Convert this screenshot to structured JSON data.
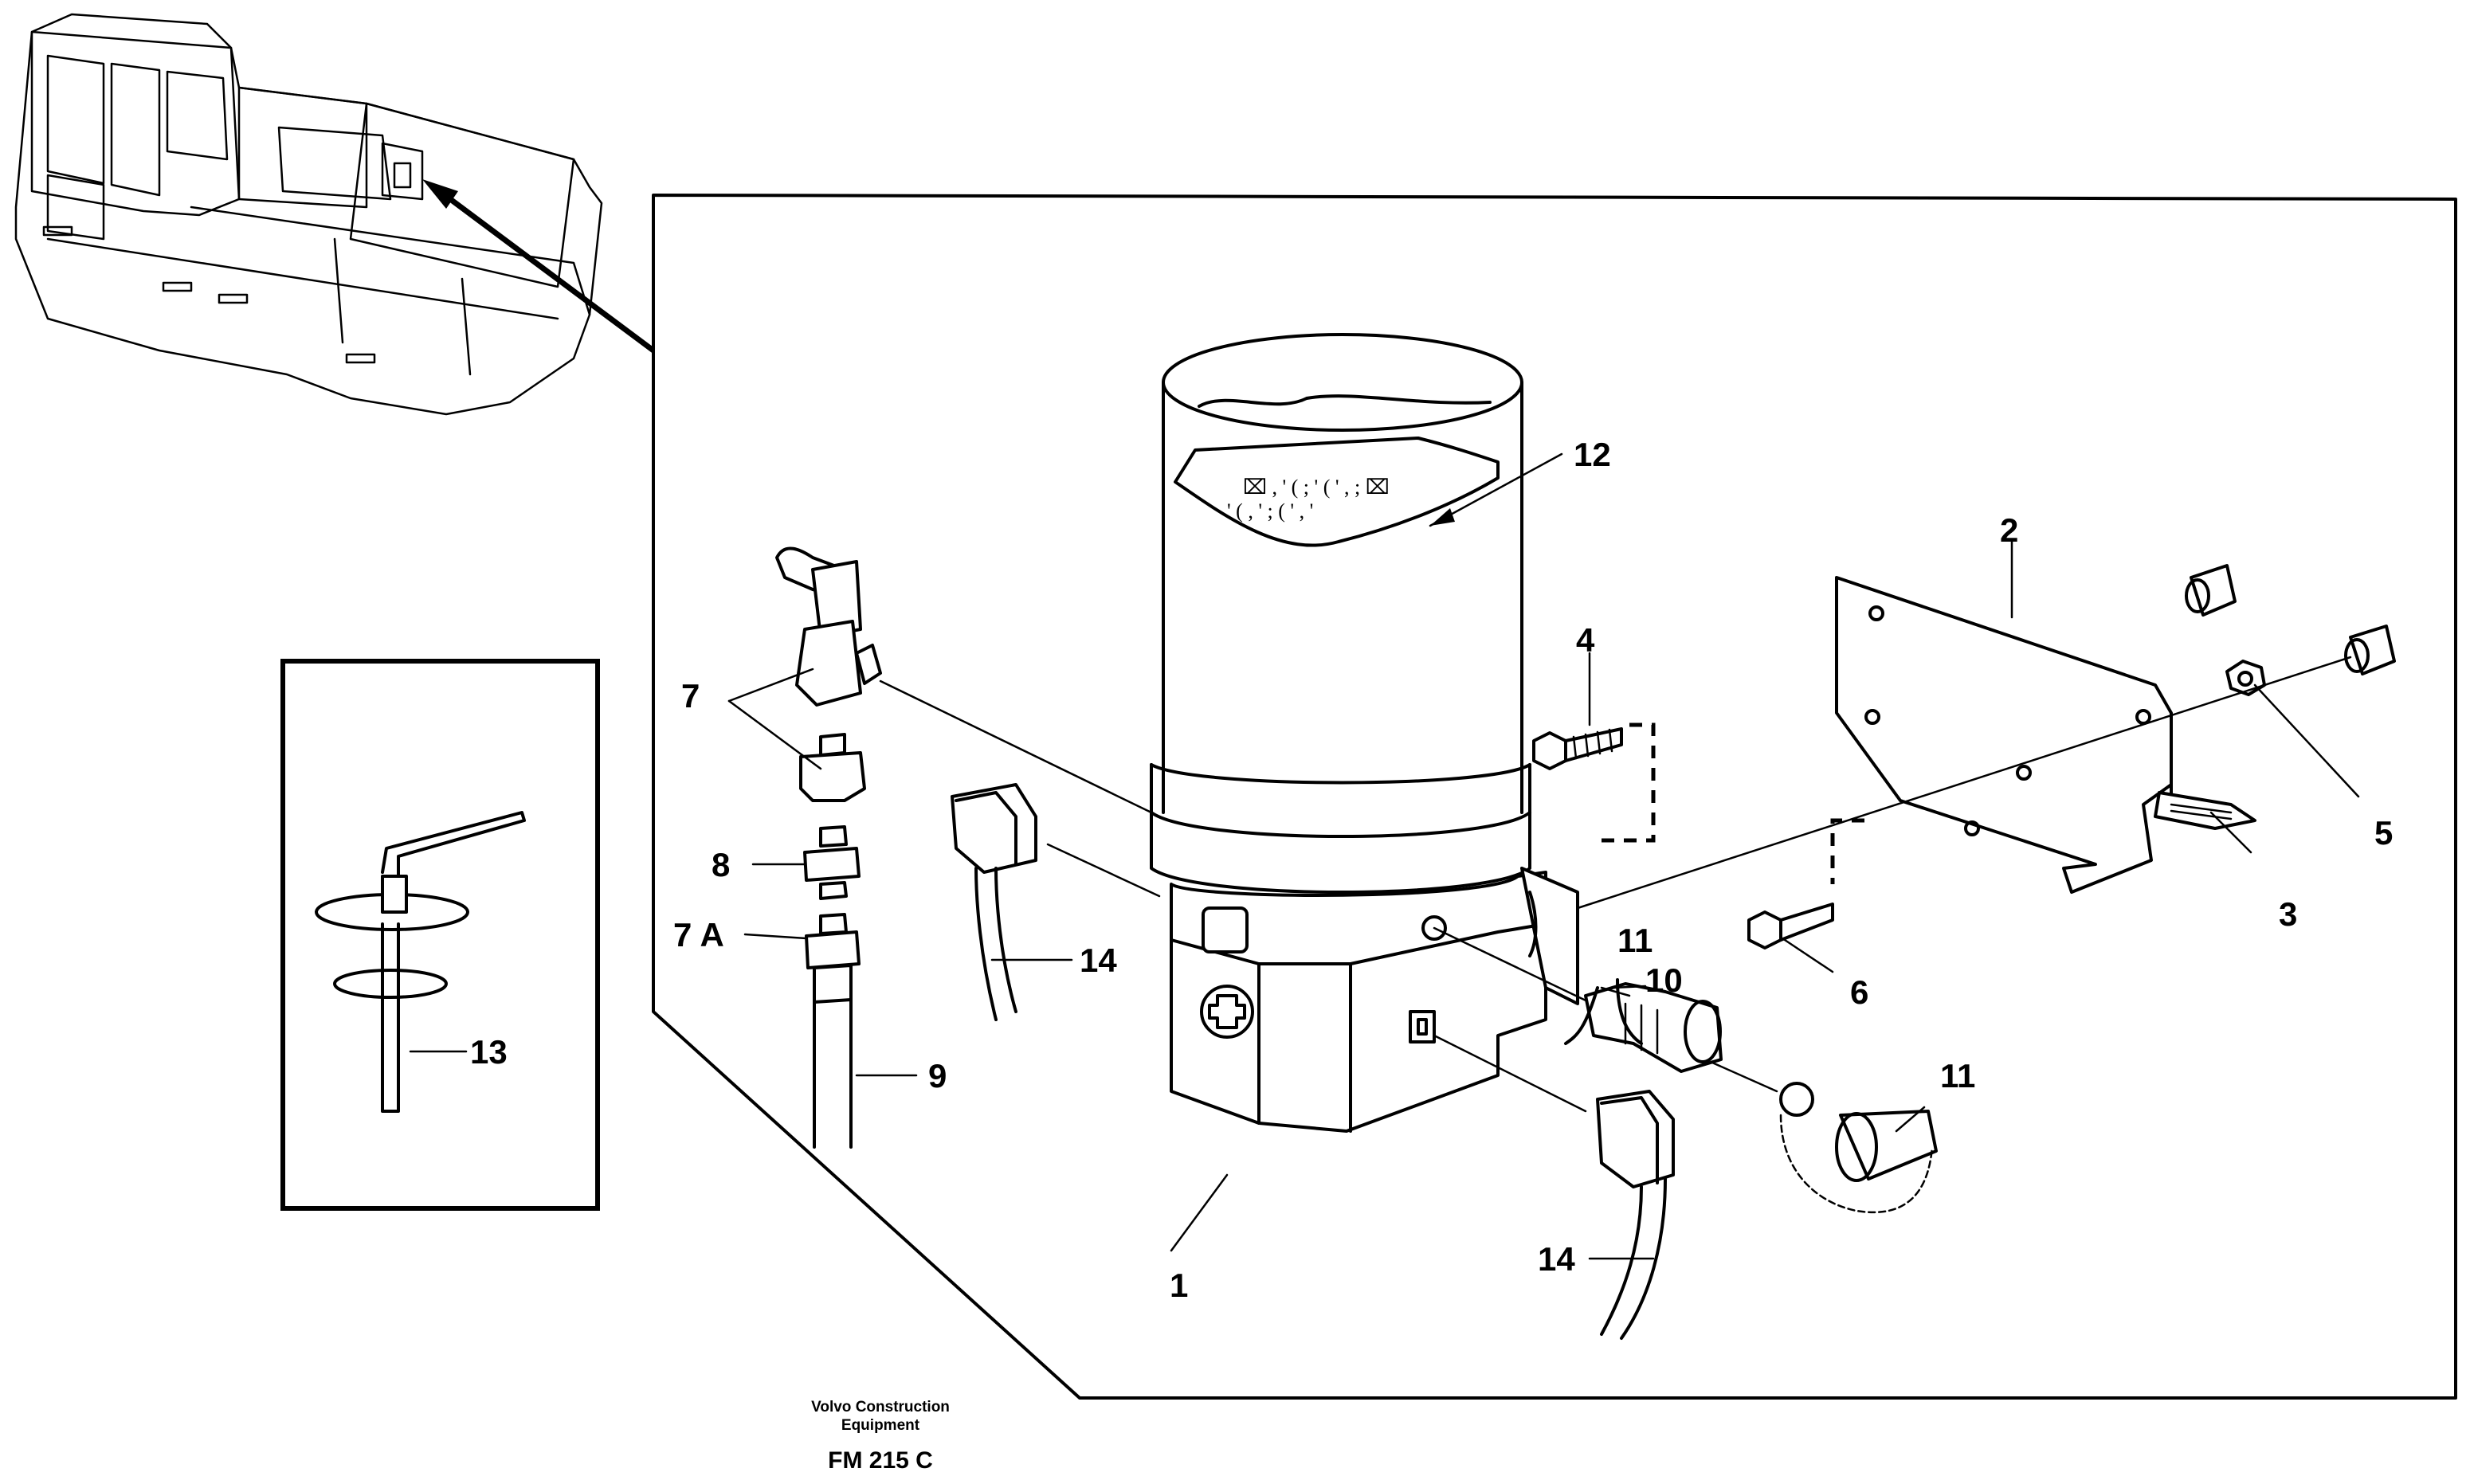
{
  "callouts": {
    "c1": "1",
    "c2": "2",
    "c3": "3",
    "c4": "4",
    "c5": "5",
    "c6": "6",
    "c7": "7",
    "c7a": "7 A",
    "c8": "8",
    "c9": "9",
    "c10": "10",
    "c11a": "11",
    "c11b": "11",
    "c12": "12",
    "c13": "13",
    "c14a": "14",
    "c14b": "14"
  },
  "footer": {
    "company_line1": "Volvo Construction",
    "company_line2": "Equipment",
    "drawing_code": "FM 215 C"
  }
}
